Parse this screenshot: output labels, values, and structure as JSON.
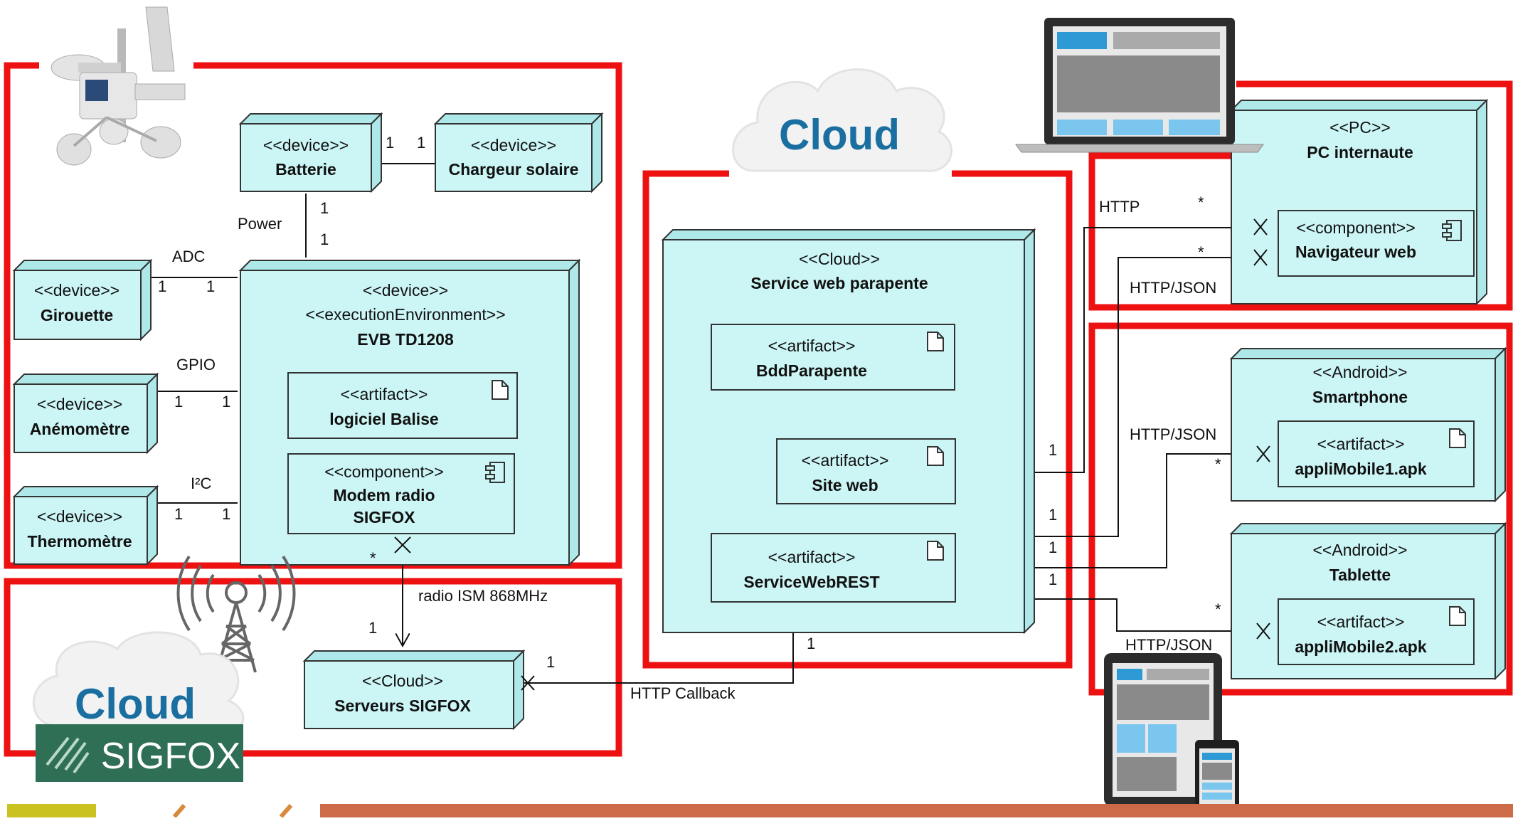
{
  "colors": {
    "zone_border": "#ee1111",
    "node_fill": "#ccf5f5",
    "node_top": "#aee8e8",
    "cloud_text": "#1a6fa0",
    "sigfox_green": "#2f6f55",
    "footer_orange": "#cd6a48",
    "footer_yellow": "#c9c221"
  },
  "nodes": {
    "batterie": {
      "stereo": "<<device>>",
      "name": "Batterie"
    },
    "chargeur": {
      "stereo": "<<device>>",
      "name": "Chargeur solaire"
    },
    "girouette": {
      "stereo": "<<device>>",
      "name": "Girouette"
    },
    "anemometre": {
      "stereo": "<<device>>",
      "name": "Anémomètre"
    },
    "thermometre": {
      "stereo": "<<device>>",
      "name": "Thermomètre"
    },
    "evb": {
      "stereo1": "<<device>>",
      "stereo2": "<<executionEnvironment>>",
      "name": "EVB TD1208"
    },
    "logiciel": {
      "stereo": "<<artifact>>",
      "name": "logiciel Balise"
    },
    "modem": {
      "stereo": "<<component>>",
      "name1": "Modem radio",
      "name2": "SIGFOX"
    },
    "serveurs": {
      "stereo": "<<Cloud>>",
      "name": "Serveurs SIGFOX"
    },
    "service": {
      "stereo": "<<Cloud>>",
      "name": "Service web parapente"
    },
    "bdd": {
      "stereo": "<<artifact>>",
      "name": "BddParapente"
    },
    "siteweb": {
      "stereo": "<<artifact>>",
      "name": "Site web"
    },
    "rest": {
      "stereo": "<<artifact>>",
      "name": "ServiceWebREST"
    },
    "pc": {
      "stereo": "<<PC>>",
      "name": "PC internaute"
    },
    "navigateur": {
      "stereo": "<<component>>",
      "name": "Navigateur web"
    },
    "smartphone": {
      "stereo": "<<Android>>",
      "name": "Smartphone"
    },
    "apk1": {
      "stereo": "<<artifact>>",
      "name": "appliMobile1.apk"
    },
    "tablette": {
      "stereo": "<<Android>>",
      "name": "Tablette"
    },
    "apk2": {
      "stereo": "<<artifact>>",
      "name": "appliMobile2.apk"
    }
  },
  "labels": {
    "power": "Power",
    "adc": "ADC",
    "gpio": "GPIO",
    "i2c": "I²C",
    "radio": "radio ISM 868MHz",
    "http_callback": "HTTP Callback",
    "http": "HTTP",
    "http_json_pc": "HTTP/JSON",
    "http_json_smart": "HTTP/JSON",
    "http_json_tab": "HTTP/JSON"
  },
  "mult": {
    "one": "1",
    "star": "*"
  },
  "clouds": {
    "top": "Cloud",
    "bottom": "Cloud",
    "sigfox": "SIGFOX"
  }
}
